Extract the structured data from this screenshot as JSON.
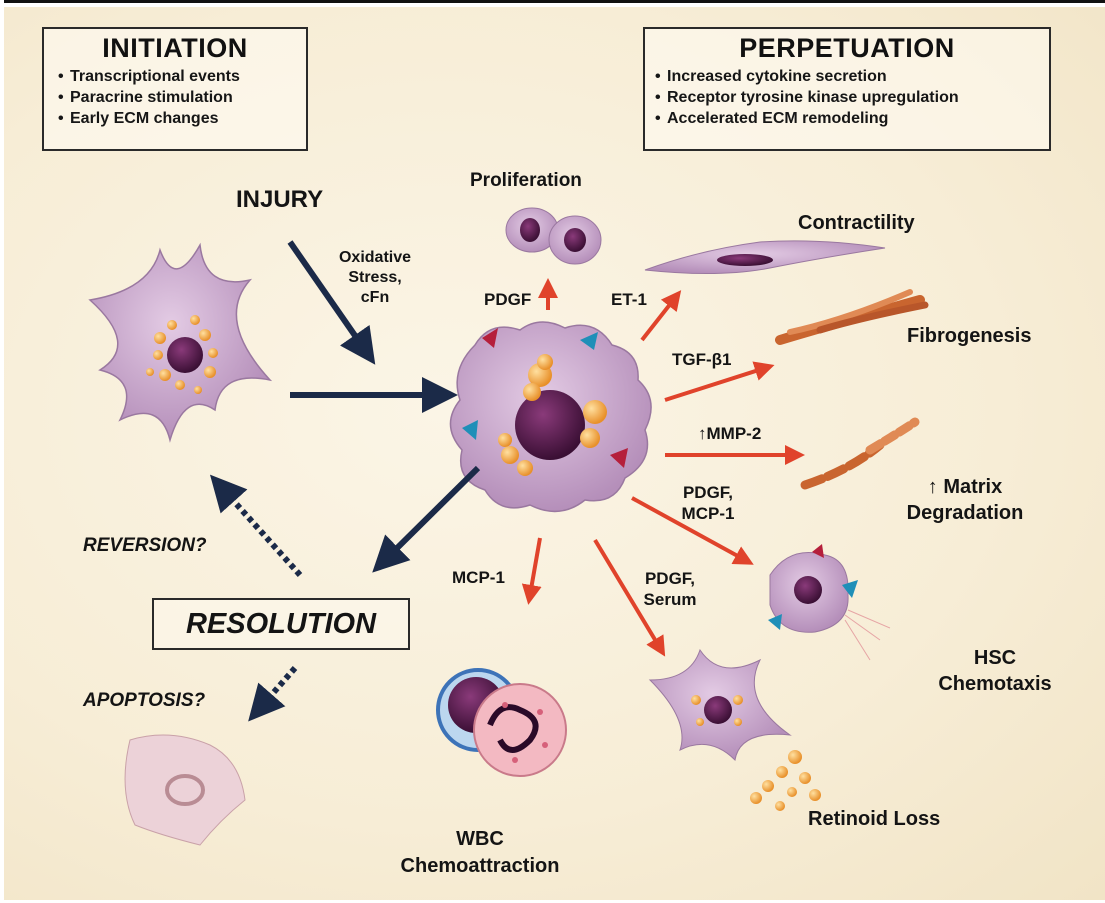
{
  "initiation": {
    "title": "INITIATION",
    "items": [
      "Transcriptional events",
      "Paracrine stimulation",
      "Early ECM changes"
    ]
  },
  "perpetuation": {
    "title": "PERPETUATION",
    "items": [
      "Increased cytokine secretion",
      "Receptor tyrosine kinase upregulation",
      "Accelerated ECM remodeling"
    ]
  },
  "labels": {
    "injury": "INJURY",
    "oxidative_1": "Oxidative",
    "oxidative_2": "Stress,",
    "oxidative_3": "cFn",
    "proliferation": "Proliferation",
    "pdgf_top": "PDGF",
    "et1": "ET-1",
    "contractility": "Contractility",
    "tgf": "TGF-β1",
    "fibrogenesis": "Fibrogenesis",
    "mmp2": "↑MMP-2",
    "matrix_1": "↑ Matrix",
    "matrix_2": "Degradation",
    "pdgf_mcp_1": "PDGF,",
    "pdgf_mcp_2": "MCP-1",
    "hsc_1": "HSC",
    "hsc_2": "Chemotaxis",
    "mcp1": "MCP-1",
    "pdgf_serum_1": "PDGF,",
    "pdgf_serum_2": "Serum",
    "retinoid": "Retinoid Loss",
    "wbc_1": "WBC",
    "wbc_2": "Chemoattraction",
    "reversion": "REVERSION?",
    "resolution": "RESOLUTION",
    "apoptosis": "APOPTOSIS?"
  },
  "colors": {
    "navy_arrow": "#1b2a48",
    "red_arrow": "#e0432b",
    "cell_fill": "#c9a6cc",
    "nucleus": "#4a1440",
    "retinoid": "#f2a640",
    "fibril": "#c9652f"
  }
}
